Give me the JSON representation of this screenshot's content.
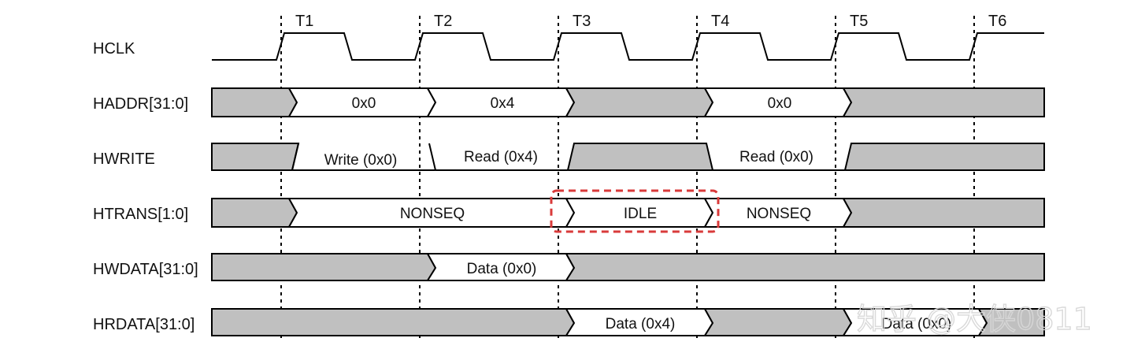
{
  "diagram": {
    "ticks": [
      "T1",
      "T2",
      "T3",
      "T4",
      "T5",
      "T6"
    ],
    "signals": [
      {
        "name": "HCLK",
        "kind": "clock"
      },
      {
        "name": "HADDR[31:0]",
        "kind": "bus",
        "segments": [
          {
            "label": "",
            "fill": "gray"
          },
          {
            "label": "0x0",
            "fill": "white"
          },
          {
            "label": "0x4",
            "fill": "white"
          },
          {
            "label": "",
            "fill": "gray"
          },
          {
            "label": "0x0",
            "fill": "white"
          },
          {
            "label": "",
            "fill": "gray"
          }
        ]
      },
      {
        "name": "HWRITE",
        "kind": "level",
        "segments": [
          {
            "label": "",
            "fill": "gray"
          },
          {
            "label": "Write (0x0)",
            "fill": "white"
          },
          {
            "label": "Read (0x4)",
            "fill": "white"
          },
          {
            "label": "",
            "fill": "gray"
          },
          {
            "label": "Read (0x0)",
            "fill": "white"
          },
          {
            "label": "",
            "fill": "gray"
          }
        ]
      },
      {
        "name": "HTRANS[1:0]",
        "kind": "bus",
        "segments": [
          {
            "label": "",
            "fill": "gray"
          },
          {
            "label": "NONSEQ",
            "fill": "white"
          },
          {
            "label": "IDLE",
            "fill": "white"
          },
          {
            "label": "NONSEQ",
            "fill": "white"
          },
          {
            "label": "",
            "fill": "gray"
          }
        ]
      },
      {
        "name": "HWDATA[31:0]",
        "kind": "bus",
        "segments": [
          {
            "label": "",
            "fill": "gray"
          },
          {
            "label": "Data (0x0)",
            "fill": "white"
          },
          {
            "label": "",
            "fill": "gray"
          }
        ]
      },
      {
        "name": "HRDATA[31:0]",
        "kind": "bus",
        "segments": [
          {
            "label": "",
            "fill": "gray"
          },
          {
            "label": "Data (0x4)",
            "fill": "white"
          },
          {
            "label": "",
            "fill": "gray"
          },
          {
            "label": "Data (0x0)",
            "fill": "white"
          }
        ]
      }
    ],
    "highlight": {
      "label": "IDLE",
      "color": "#d93a3a"
    },
    "watermark": "知乎 @大侠0811",
    "colors": {
      "gray": "#c0c0c0",
      "white": "#ffffff",
      "line": "#000000"
    }
  }
}
